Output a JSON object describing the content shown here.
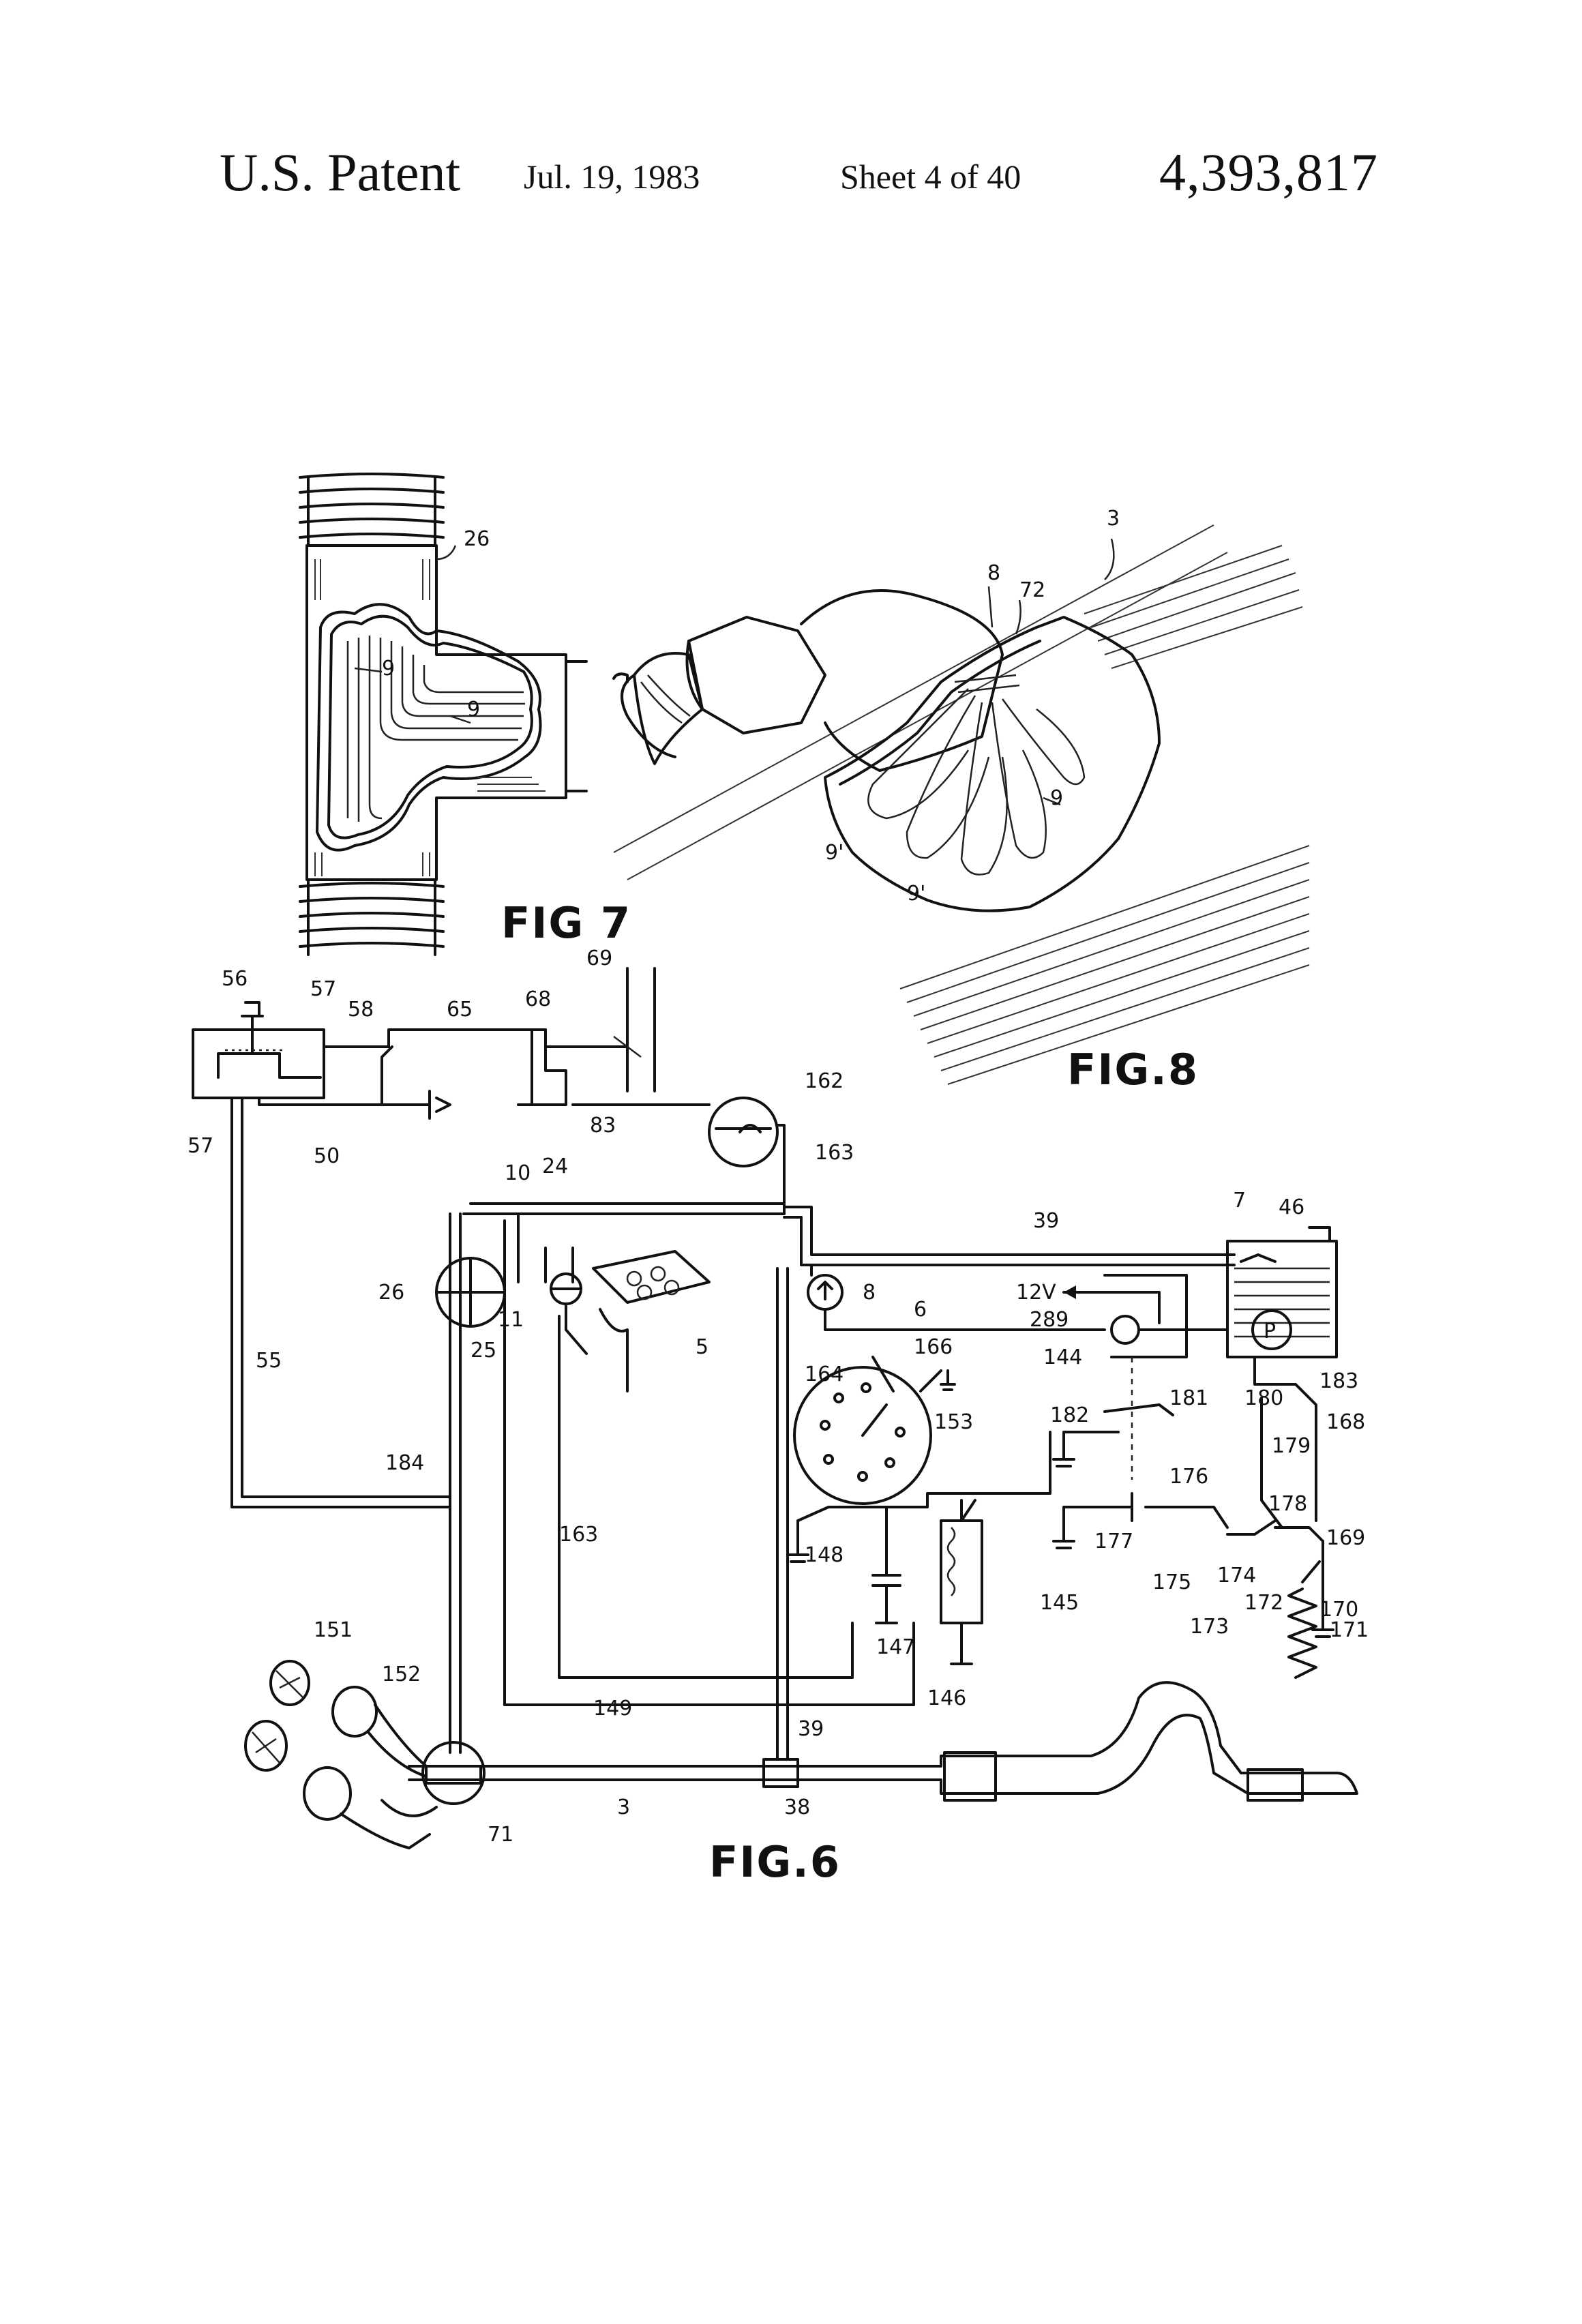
{
  "header": {
    "patent_label": "U.S. Patent",
    "date": "Jul. 19, 1983",
    "sheet": "Sheet 4 of 40",
    "patent_number": "4,393,817"
  },
  "figures": {
    "fig7": {
      "caption": "FIG 7",
      "labels": [
        "26",
        "9",
        "9"
      ]
    },
    "fig8": {
      "caption": "FIG.8",
      "labels": [
        "3",
        "8",
        "72",
        "9",
        "9'",
        "9'"
      ]
    },
    "fig6": {
      "caption": "FIG.6",
      "labels": [
        "56",
        "57",
        "58",
        "57",
        "65",
        "68",
        "69",
        "50",
        "83",
        "162",
        "163",
        "10",
        "24",
        "39",
        "7",
        "46",
        "26",
        "11",
        "25",
        "5",
        "8",
        "6",
        "12V",
        "289",
        "144",
        "183",
        "55",
        "164",
        "166",
        "153",
        "182",
        "181",
        "180",
        "168",
        "179",
        "184",
        "176",
        "177",
        "178",
        "169",
        "148",
        "145",
        "175",
        "174",
        "172",
        "170",
        "173",
        "171",
        "163",
        "147",
        "146",
        "151",
        "152",
        "149",
        "39",
        "71",
        "3",
        "38"
      ]
    }
  }
}
